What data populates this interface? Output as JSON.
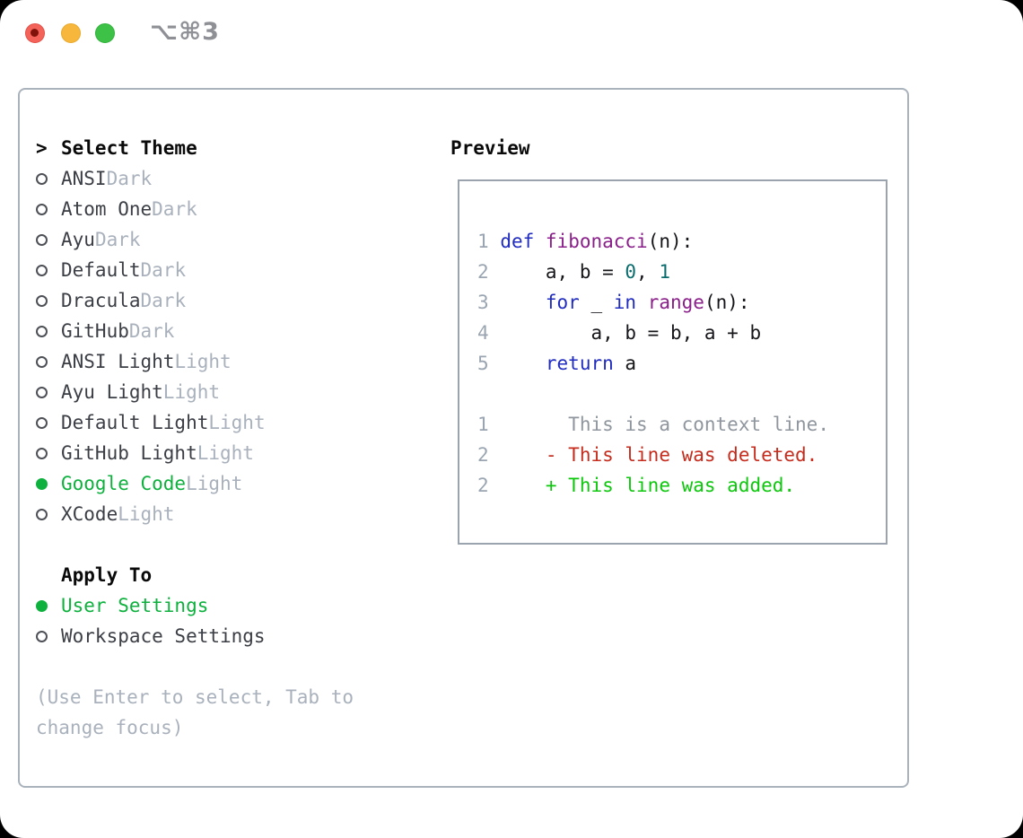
{
  "window": {
    "title": "⌥⌘3",
    "traffic_lights": [
      {
        "name": "close",
        "color": "#f4635a"
      },
      {
        "name": "minimize",
        "color": "#f6b73c"
      },
      {
        "name": "zoom",
        "color": "#3dc146"
      }
    ]
  },
  "theme_panel": {
    "header": {
      "prefix": ">",
      "label": "Select Theme"
    },
    "items": [
      {
        "name": "ANSI",
        "variant": "Dark",
        "selected": false
      },
      {
        "name": "Atom One",
        "variant": "Dark",
        "selected": false
      },
      {
        "name": "Ayu",
        "variant": "Dark",
        "selected": false
      },
      {
        "name": "Default",
        "variant": "Dark",
        "selected": false
      },
      {
        "name": "Dracula",
        "variant": "Dark",
        "selected": false
      },
      {
        "name": "GitHub",
        "variant": "Dark",
        "selected": false
      },
      {
        "name": "ANSI Light",
        "variant": "Light",
        "selected": false
      },
      {
        "name": "Ayu Light",
        "variant": "Light",
        "selected": false
      },
      {
        "name": "Default Light",
        "variant": "Light",
        "selected": false
      },
      {
        "name": "GitHub Light",
        "variant": "Light",
        "selected": false
      },
      {
        "name": "Google Code",
        "variant": "Light",
        "selected": true
      },
      {
        "name": "XCode",
        "variant": "Light",
        "selected": false
      }
    ],
    "apply_to": {
      "label": "Apply To",
      "options": [
        {
          "name": "User Settings",
          "selected": true
        },
        {
          "name": "Workspace Settings",
          "selected": false
        }
      ]
    },
    "hint": "(Use Enter to select, Tab to change focus)"
  },
  "preview": {
    "label": "Preview",
    "lines": [
      {
        "num": "1",
        "segments": [
          {
            "s": "kw",
            "t": "def"
          },
          {
            "s": "pl",
            "t": " "
          },
          {
            "s": "fn",
            "t": "fibonacci"
          },
          {
            "s": "pl",
            "t": "(n):"
          }
        ]
      },
      {
        "num": "2",
        "segments": [
          {
            "s": "pl",
            "t": "    a, b = "
          },
          {
            "s": "num",
            "t": "0"
          },
          {
            "s": "pl",
            "t": ", "
          },
          {
            "s": "num",
            "t": "1"
          }
        ]
      },
      {
        "num": "3",
        "segments": [
          {
            "s": "pl",
            "t": "    "
          },
          {
            "s": "kw",
            "t": "for"
          },
          {
            "s": "pl",
            "t": " _ "
          },
          {
            "s": "kw",
            "t": "in"
          },
          {
            "s": "pl",
            "t": " "
          },
          {
            "s": "fn",
            "t": "range"
          },
          {
            "s": "pl",
            "t": "(n):"
          }
        ]
      },
      {
        "num": "4",
        "segments": [
          {
            "s": "pl",
            "t": "        a, b = b, a + b"
          }
        ]
      },
      {
        "num": "5",
        "segments": [
          {
            "s": "pl",
            "t": "    "
          },
          {
            "s": "kw",
            "t": "return"
          },
          {
            "s": "pl",
            "t": " a"
          }
        ]
      },
      {
        "num": "",
        "segments": []
      },
      {
        "num": "1",
        "segments": [
          {
            "s": "ctx",
            "t": "      This is a context line."
          }
        ]
      },
      {
        "num": "2",
        "segments": [
          {
            "s": "del",
            "t": "    - This line was deleted."
          }
        ]
      },
      {
        "num": "2",
        "segments": [
          {
            "s": "add",
            "t": "    + This line was added."
          }
        ]
      }
    ]
  },
  "colors": {
    "selection_green": "#0eb13e",
    "keyword_blue": "#202cc0",
    "function_purple": "#8a1f8a",
    "number_teal": "#0a6c6c",
    "diff_deleted_red": "#c52c1d",
    "diff_added_green": "#0dc70d",
    "muted_gray": "#a9b1bc",
    "line_number_gray": "#9aa5b1",
    "panel_border": "#aab2bc",
    "preview_border": "#9aa3ae",
    "title_gray": "#8e9095"
  }
}
